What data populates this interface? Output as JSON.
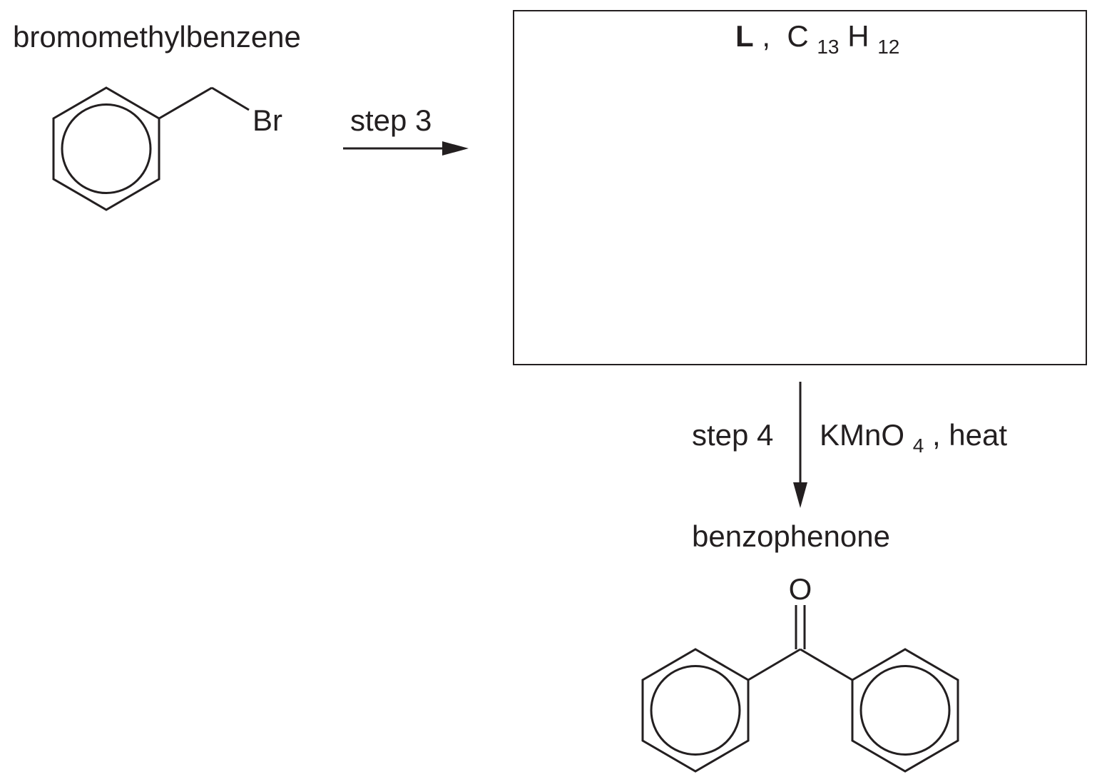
{
  "starting_material": {
    "name": "bromomethylbenzene",
    "substituent_label": "Br"
  },
  "step3": {
    "label": "step 3"
  },
  "unknown_box": {
    "compound_letter": "L",
    "separator": ", ",
    "formula": {
      "c_symbol": "C",
      "c_count": "13",
      "h_symbol": "H",
      "h_count": "12"
    }
  },
  "step4": {
    "label": "step 4",
    "reagent": {
      "formula_main": "KMnO",
      "formula_subscript": "4",
      "conditions": ", heat"
    }
  },
  "product": {
    "name": "benzophenone",
    "oxygen_label": "O"
  },
  "colors": {
    "ink": "#231f20",
    "background": "#ffffff"
  }
}
